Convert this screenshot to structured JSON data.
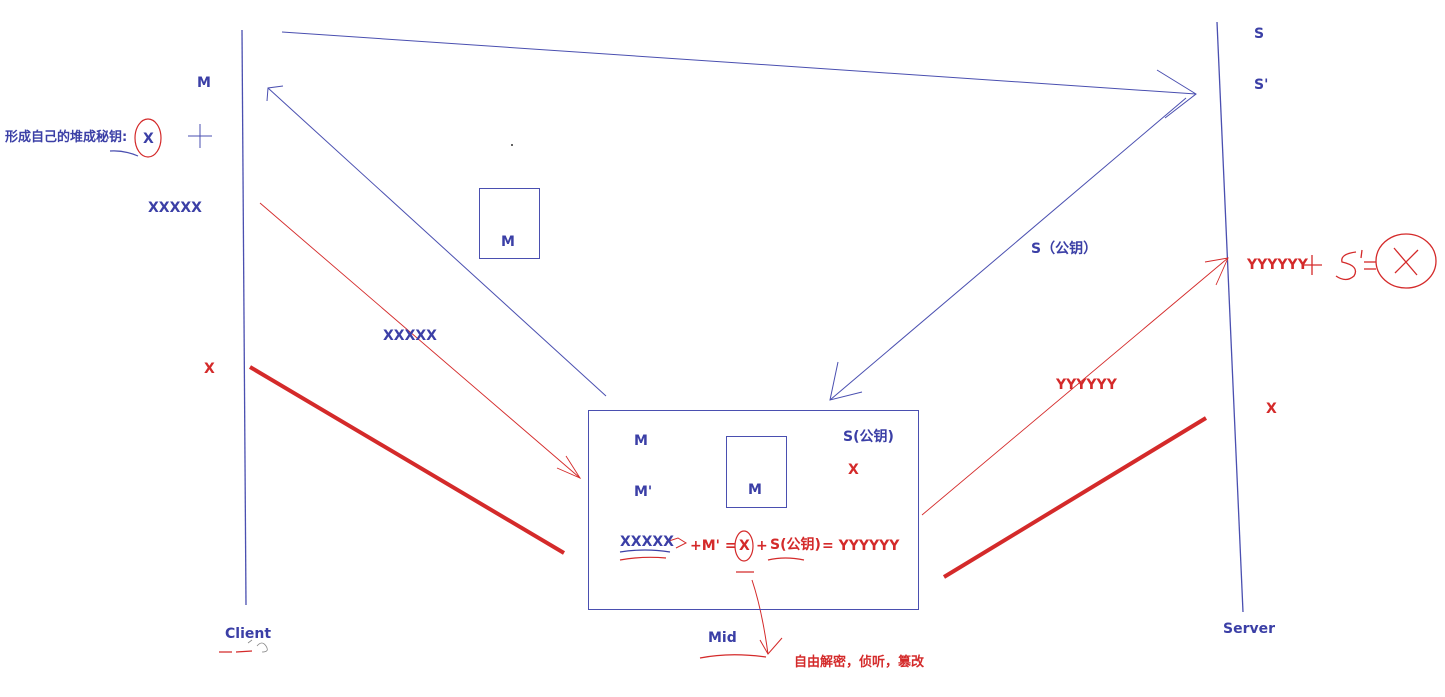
{
  "colors": {
    "blue": "#3b3fa6",
    "red": "#d42a2a",
    "line_blue": "#4a4fb0"
  },
  "client": {
    "label": "Client",
    "m": "M",
    "note": "形成自己的堆成秘钥:",
    "x_circled": "X",
    "xxxxx": "XXXXX",
    "x_red": "X"
  },
  "server": {
    "label": "Server",
    "s": "S",
    "s_prime": "S'",
    "yyyyyy": "YYYYYY",
    "x_red": "X"
  },
  "channel": {
    "m_box": "M",
    "s_public": "S（公钥）",
    "xxxxx": "XXXXX",
    "yyyyyy": "YYYYYY"
  },
  "mid": {
    "label": "Mid",
    "m": "M",
    "m_prime": "M'",
    "m_box": "M",
    "s_public": "S(公钥)",
    "x_red": "X",
    "formula": {
      "xxxxx": "XXXXX",
      "plus_m_prime_eq": "+M' =",
      "x": "X",
      "plus": "+",
      "s_public": "S(公钥)",
      "result": "= YYYYYY"
    },
    "note": "自由解密，侦听，篡改"
  }
}
